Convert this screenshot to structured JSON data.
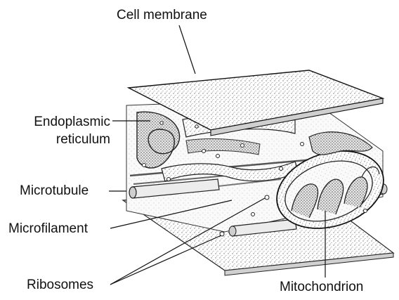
{
  "labels": {
    "cell_membrane": "Cell membrane",
    "er_line1": "Endoplasmic",
    "er_line2": "reticulum",
    "microtubule": "Microtubule",
    "microfilament": "Microfilament",
    "ribosomes": "Ribosomes",
    "mitochondrion": "Mitochondrion"
  },
  "colors": {
    "ink": "#1a1a1a",
    "stipple": "#6b6b6b",
    "paper": "#ffffff"
  }
}
